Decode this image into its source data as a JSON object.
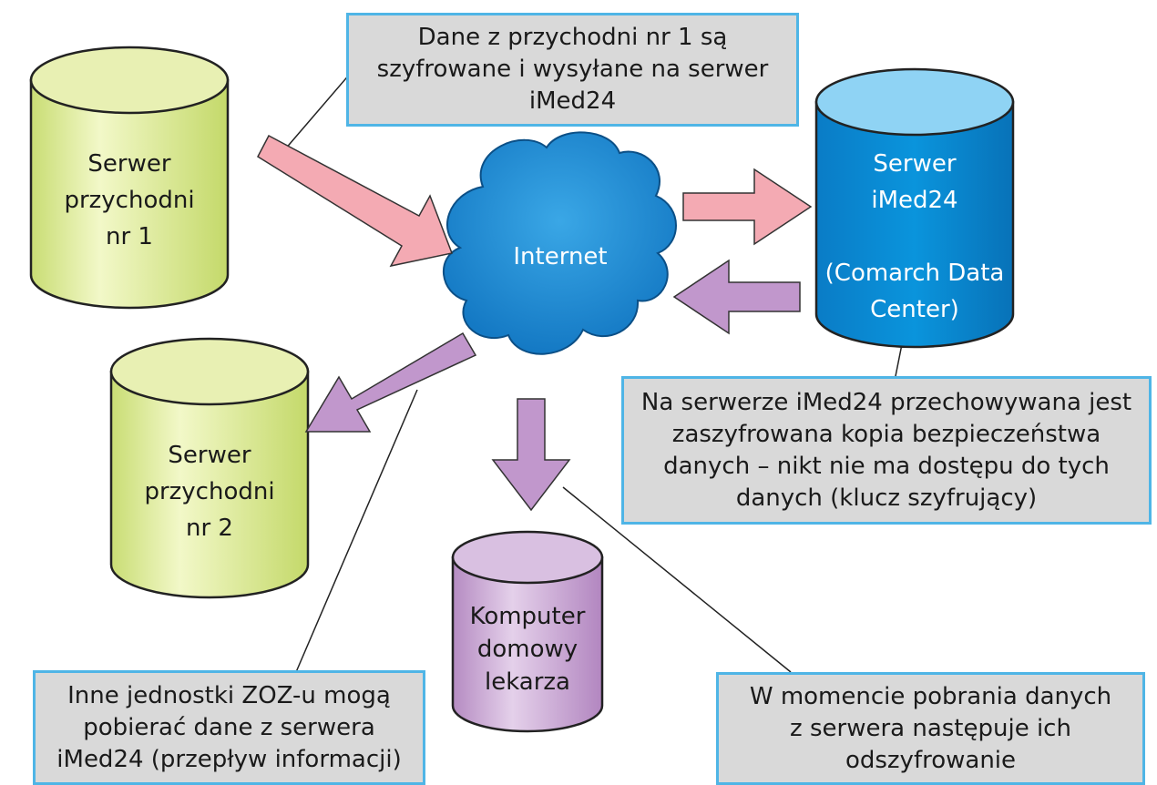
{
  "nodes": {
    "server1": {
      "label": "Serwer\nprzychodni\nnr 1"
    },
    "server2": {
      "label": "Serwer\nprzychodni\nnr 2"
    },
    "imed": {
      "label": "Serwer\niMed24\n\n(Comarch Data\nCenter)"
    },
    "internet": {
      "label": "Internet"
    },
    "home": {
      "label": "Komputer\ndomowy\nlekarza"
    }
  },
  "callouts": {
    "top": "Dane z przychodni nr 1 są\nszyfrowane i wysyłane na serwer\niMed24",
    "right": "Na serwerze iMed24 przechowywana jest\nzaszyfrowana kopia bezpieczeństwa\ndanych – nikt nie ma dostępu do tych\ndanych (klucz szyfrujący)",
    "bottom_left": "Inne jednostki ZOZ-u mogą\npobierać dane z serwera\niMed24 (przepływ informacji)",
    "bottom_right": "W momencie pobrania danych\nz serwera następuje ich\nodszyfrowanie"
  },
  "colors": {
    "arrow_pink": "#f4aab3",
    "arrow_purple": "#c197cc",
    "callout_bg": "#d9d9d9",
    "callout_border": "#4fb5e6",
    "cloud_blue": "#1e8fd6",
    "server_blue": "#0a8fd8",
    "server_green": "#dce99a",
    "server_purple": "#c7a3d2"
  }
}
